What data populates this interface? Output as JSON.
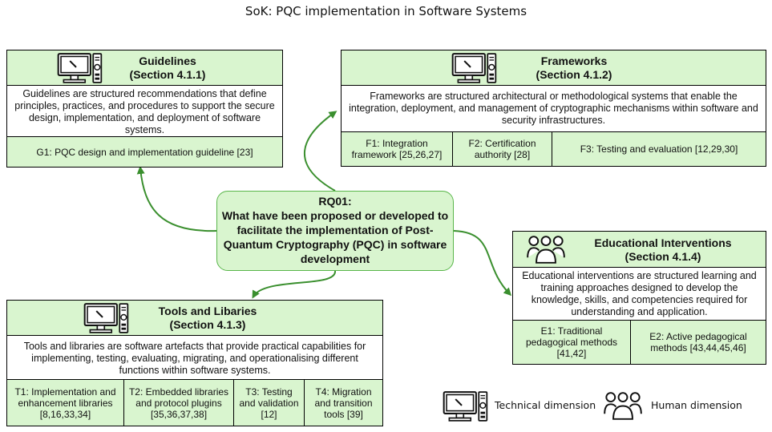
{
  "title": "SoK: PQC implementation in Software Systems",
  "center": {
    "label": "RQ01:",
    "question": "What have been proposed or developed to facilitate the implementation of Post-Quantum Cryptography (PQC) in software development"
  },
  "guidelines": {
    "name": "Guidelines",
    "section": "(Section 4.1.1)",
    "icon": "computer-icon",
    "description": "Guidelines are structured recommendations that define principles, practices, and procedures to support the secure design, implementation, and deployment of software systems.",
    "items": [
      "G1: PQC design and implementation guideline [23]"
    ]
  },
  "frameworks": {
    "name": "Frameworks",
    "section": "(Section 4.1.2)",
    "icon": "computer-icon",
    "description": "Frameworks are structured architectural or methodological systems that enable the integration, deployment, and management of cryptographic mechanisms within software and security infrastructures.",
    "items": [
      "F1: Integration framework [25,26,27]",
      "F2: Certification authority [28]",
      "F3: Testing and evaluation [12,29,30]"
    ]
  },
  "educational": {
    "name": "Educational Interventions",
    "section": "(Section 4.1.4)",
    "icon": "people-icon",
    "description": "Educational interventions are structured learning and training approaches designed to develop the knowledge, skills, and competencies required for understanding and application.",
    "items": [
      "E1: Traditional pedagogical methods [41,42]",
      "E2:  Active pedagogical methods [43,44,45,46]"
    ]
  },
  "tools": {
    "name": "Tools and Libaries",
    "section": "(Section 4.1.3)",
    "icon": "computer-icon",
    "description": "Tools and libraries are software artefacts that provide practical capabilities for implementing, testing, evaluating, migrating, and operationalising different functions within software systems.",
    "items": [
      "T1: Implementation and enhancement libraries [8,16,33,34]",
      "T2: Embedded libraries and protocol plugins [35,36,37,38]",
      "T3: Testing and validation [12]",
      "T4: Migration and transition tools [39]"
    ]
  },
  "legend": {
    "technical": "Technical dimension",
    "human": "Human dimension"
  },
  "colors": {
    "box_fill": "#d9f5cf",
    "arrow": "#3a8f2e",
    "center_border": "#5ab64b"
  }
}
